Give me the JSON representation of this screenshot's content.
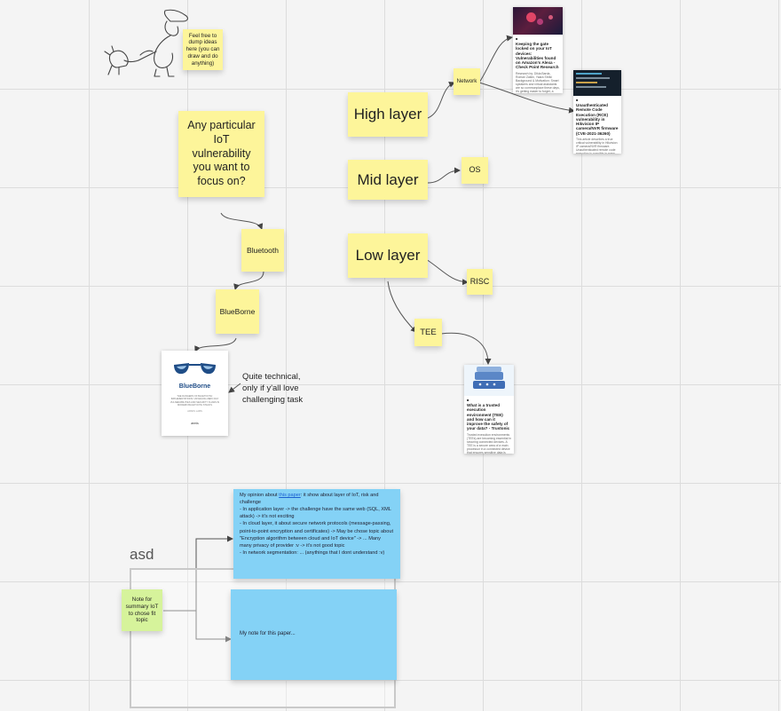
{
  "board": {
    "frame_label": "asd",
    "colors": {
      "yellow_sticky": "#fdf59a",
      "green_sticky": "#d6f39b",
      "blue_sticky": "#84d2f6",
      "link": "#1a5fd0"
    }
  },
  "stickies": {
    "dump_ideas": "Feel free to dump ideas here (you can draw and do anything)",
    "vulnerability_question": "Any particular IoT vulnerability you want to focus on?",
    "high_layer": "High layer",
    "mid_layer": "Mid layer",
    "low_layer": "Low layer",
    "network": "Network",
    "os": "OS",
    "risc": "RISC",
    "tee": "TEE",
    "bluetooth": "Bluetooth",
    "blueborne": "BlueBorne",
    "summary_note": "Note for summary IoT to chose fit topic",
    "my_note": "My note for this paper..."
  },
  "text_notes": {
    "quite_technical": "Quite technical, only if y'all love challenging task"
  },
  "opinion_note": {
    "intro": "My opinion about ",
    "link": "this paper",
    "after_link": ": it show about layer of IoT, risk and challenge",
    "bullets": [
      "- In application layer -> the challenge have the same web (SQL, XML attack) -> it's not exciting",
      "- In cloud layer, it about secure network protocols (message-passing, point-to-point encryption and certificates) -> May be chose topic about \"Encryption algorithm between cloud and IoT device\" -> ... Many many privacy of provider :v -> it's not good topic",
      "- In network segmentation: ... (anythings that I dont understand :v)"
    ]
  },
  "cards": {
    "checkpoint": {
      "title": "Keeping the gate locked on your IoT devices: Vulnerabilities found on Amazon's Alexa - Check Point Research",
      "body": "Research by: Dikla Barda, Roman Zaikin, Yaara Shriki Background & Motivation: Smart speakers and virtual assistants are so commonplace these days, it's getting easier to forget, a smart device like Alexa is a constant presence in everything from our homes to ..."
    },
    "hikvision": {
      "title": "Unauthenticated Remote Code Execution (RCE) vulnerability in Hikvision IP camera/NVR firmware (CVE-2021-36260)",
      "body": "This article describes a true critical vulnerability in Hikvision IP camera/NVR firmware. Unauthenticated remote code execution is possible in many Hikvision IP cameras and NVRs. The exploit can be launched without any user interaction."
    },
    "tee": {
      "title": "What is a trusted execution environment (TEE) and how can it improve the safety of your data? - Trustonic",
      "body": "Trusted execution environments (TEEs) are becoming essential in securing connected devices. A TEE is a secure area of a main processor in a connected device that ensures sensitive data is stored, processed and protected in an isolated environment."
    },
    "blueborne": {
      "brand": "BlueBorne",
      "body": "THE DANGERS OF BLUETOOTH: IMPLEMENTATIONS: UNVEILING ZERO DAY VULNERABILITIES AND SECURITY FLAWS IN MODERN BLUETOOTH STACKS",
      "footer": "ARMIS LABS",
      "logo": "armis"
    }
  }
}
